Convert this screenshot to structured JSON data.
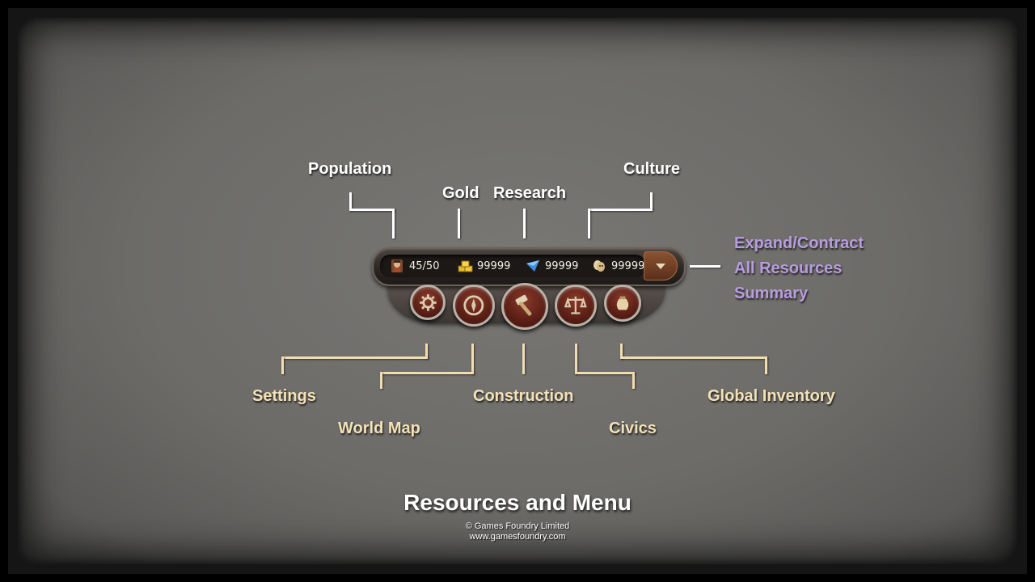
{
  "callouts": {
    "population": "Population",
    "gold": "Gold",
    "research": "Research",
    "culture": "Culture",
    "expand": [
      "Expand/Contract",
      "All Resources",
      "Summary"
    ],
    "settings": "Settings",
    "world_map": "World Map",
    "construction": "Construction",
    "civics": "Civics",
    "global_inventory": "Global Inventory"
  },
  "resources": {
    "population": "45/50",
    "gold": "99999",
    "research": "99999",
    "culture": "99999"
  },
  "menu_icons": [
    "gear-icon",
    "compass-icon",
    "hammer-icon",
    "scales-icon",
    "sack-icon"
  ],
  "footer": {
    "title": "Resources and Menu",
    "copyright": "© Games Foundry Limited",
    "website": "www.gamesfoundry.com"
  },
  "colors": {
    "label_white": "#ffffff",
    "label_cream": "#f4e2b6",
    "label_purple": "#b89ce0",
    "button_red": "#5e2117"
  }
}
